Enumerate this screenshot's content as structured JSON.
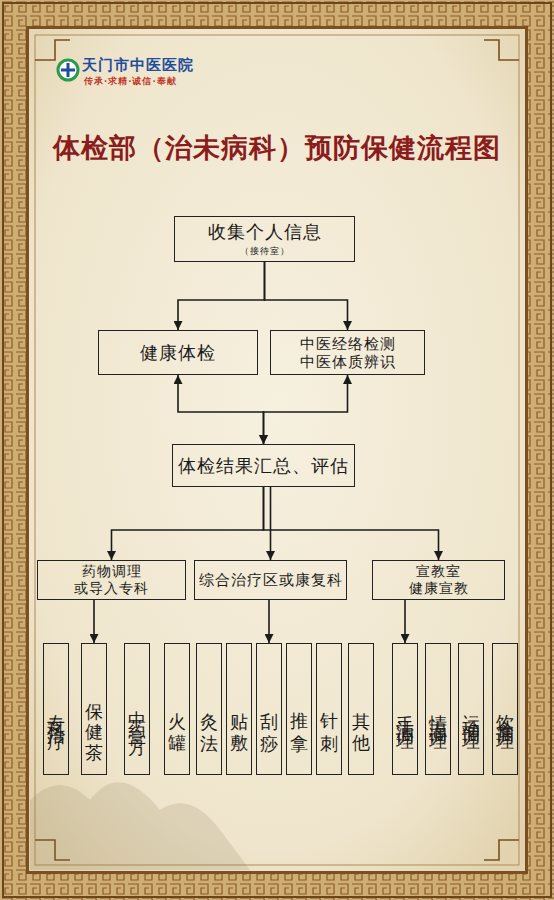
{
  "diagram": {
    "title": "体检部（治未病科）预防保健流程图",
    "nodes": [
      {
        "text": [
          "收集个人信息",
          "（接待室）"
        ]
      },
      {
        "text": [
          "健康体检"
        ]
      },
      {
        "text": [
          "中医经络检测 中医体质辨识"
        ]
      },
      {
        "text": [
          "体检结果汇总、评估"
        ]
      },
      {
        "text": [
          "药物调理 或导入专科"
        ]
      },
      {
        "text": [
          "综合治疗区或康复科"
        ]
      },
      {
        "text": [
          "宣教室 健康宣教"
        ]
      },
      {
        "text": [
          "专科治疗"
        ]
      },
      {
        "text": [
          "保健茶"
        ]
      },
      {
        "text": [
          "中药膏方"
        ]
      },
      {
        "text": [
          "火罐"
        ]
      },
      {
        "text": [
          "灸法"
        ]
      },
      {
        "text": [
          "贴敷"
        ]
      },
      {
        "text": [
          "刮痧"
        ]
      },
      {
        "text": [
          "推拿"
        ]
      },
      {
        "text": [
          "针刺"
        ]
      },
      {
        "text": [
          "其他"
        ]
      },
      {
        "text": [
          "手法调理"
        ]
      },
      {
        "text": [
          "情志调理"
        ]
      },
      {
        "text": [
          "运动调理"
        ]
      },
      {
        "text": [
          "饮食调理"
        ]
      }
    ],
    "edges": [
      {
        "from": 0,
        "to": 1,
        "arrow": "to"
      },
      {
        "from": 0,
        "to": 2,
        "arrow": "to"
      },
      {
        "from": 1,
        "to": 3,
        "arrow": "both"
      },
      {
        "from": 2,
        "to": 3,
        "arrow": "both"
      },
      {
        "from": 3,
        "to": 4,
        "arrow": "to"
      },
      {
        "from": 3,
        "to": 5,
        "arrow": "to"
      },
      {
        "from": 3,
        "to": 6,
        "arrow": "to"
      },
      {
        "from": 4,
        "to": 8,
        "arrow": "to"
      },
      {
        "from": 5,
        "to": 13,
        "arrow": "to"
      },
      {
        "from": 6,
        "to": 17,
        "arrow": "to"
      }
    ],
    "labels": [
      "天门市中医医院",
      "传承·求精·诚信·奉献"
    ]
  }
}
